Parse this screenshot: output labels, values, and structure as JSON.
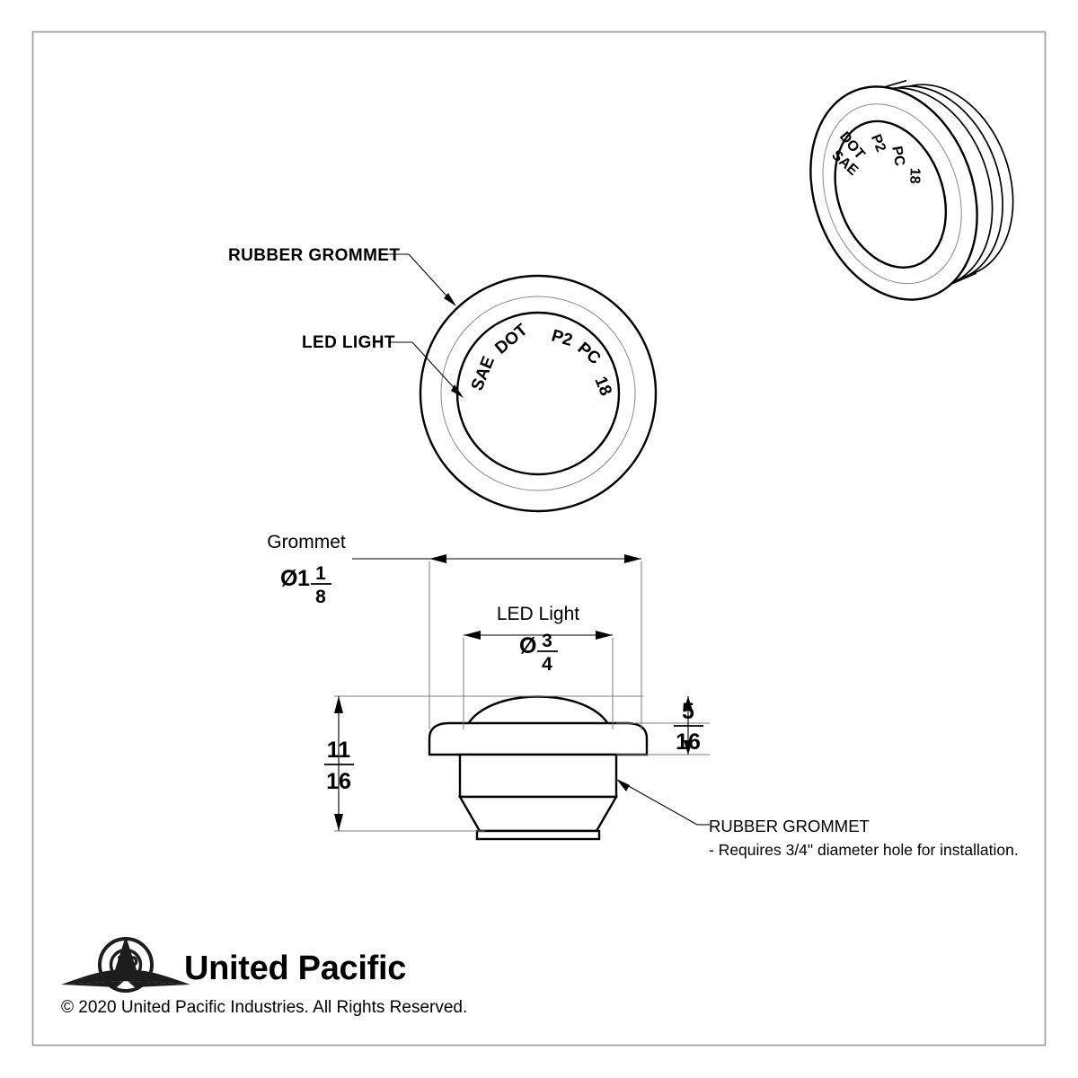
{
  "sheet": {
    "title": "LED Light with Rubber Grommet - Technical Drawing",
    "border_color": "#9a9a9a",
    "background": "#ffffff"
  },
  "callouts": {
    "rubber_grommet_top": "RUBBER GROMMET",
    "led_light_top": "LED LIGHT"
  },
  "lens_markings": {
    "items": [
      "SAE",
      "DOT",
      "P2",
      "PC",
      "18"
    ],
    "joined": "SAE DOT P2 PC 18"
  },
  "dimensions": {
    "grommet": {
      "label": "Grommet",
      "symbol": "Ø",
      "whole": "1",
      "numerator": "1",
      "denominator": "8",
      "display": "Ø1 1/8"
    },
    "led_light": {
      "label": "LED Light",
      "symbol": "Ø",
      "whole": "",
      "numerator": "3",
      "denominator": "4",
      "display": "Ø3/4"
    },
    "height_overall": {
      "numerator": "11",
      "denominator": "16",
      "display": "11/16"
    },
    "height_dome": {
      "numerator": "5",
      "denominator": "16",
      "display": "5/16"
    }
  },
  "notes": {
    "grommet_title": "RUBBER GROMMET",
    "grommet_detail": "- Requires 3/4\" diameter hole for installation."
  },
  "footer": {
    "brand": "United Pacific",
    "copyright": "© 2020 United Pacific Industries. All Rights Reserved.",
    "logo_icon": "united-pacific-winged-emblem"
  }
}
